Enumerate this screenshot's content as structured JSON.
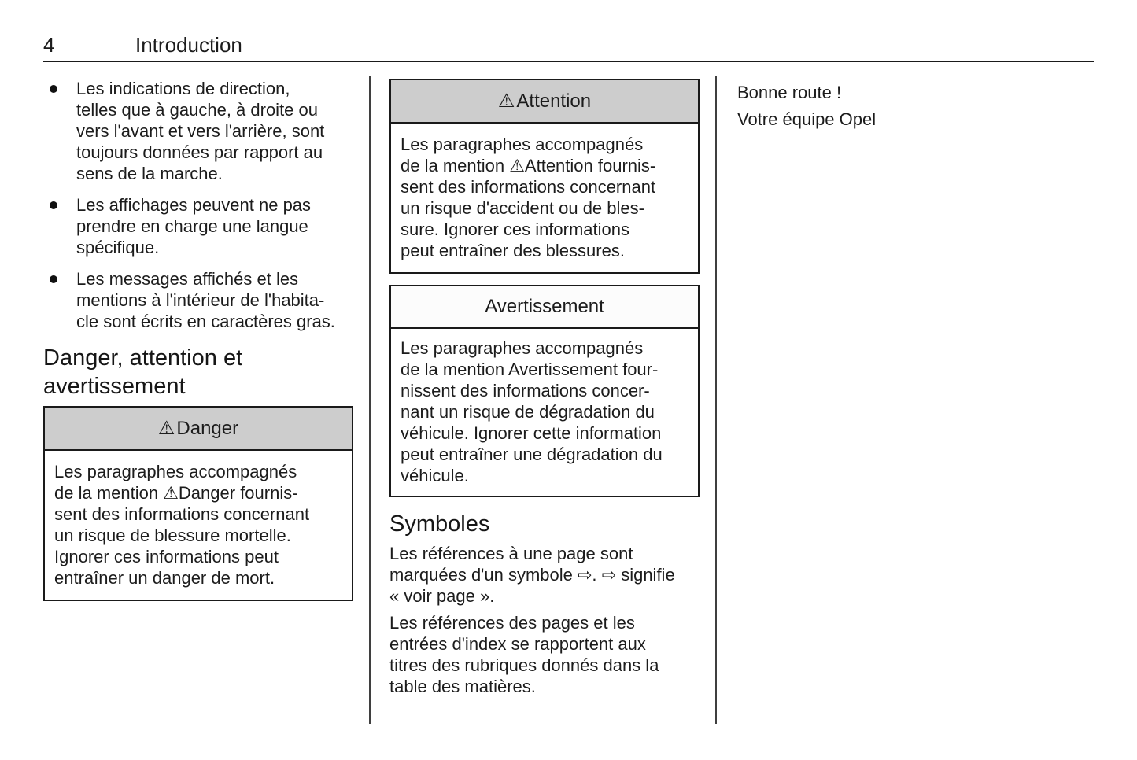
{
  "page_header": {
    "page_number": "4",
    "title": "Introduction"
  },
  "column1": {
    "bullets": [
      {
        "lines": [
          "Les indications de direction,",
          "telles que à gauche, à droite ou",
          "vers l'avant et vers l'arrière, sont",
          "toujours données par rapport au",
          "sens de la marche."
        ]
      },
      {
        "lines": [
          "Les affichages peuvent ne pas",
          "prendre en charge une langue",
          "spécifique."
        ]
      },
      {
        "lines": [
          "Les messages affichés et les",
          "mentions à l'intérieur de l'habita-",
          "cle sont écrits en caractères gras."
        ]
      }
    ],
    "section_heading_lines": [
      "Danger, attention et",
      "avertissement"
    ],
    "danger_box": {
      "icon": "⚠",
      "title": "Danger",
      "body_lines": [
        "Les paragraphes accompagnés",
        "de la mention ⚠Danger fournis-",
        "sent des informations concernant",
        "un risque de blessure mortelle.",
        "Ignorer ces informations peut",
        "entraîner un danger de mort."
      ]
    }
  },
  "column2": {
    "attention_box": {
      "icon": "⚠",
      "title": "Attention",
      "body_lines": [
        "Les paragraphes accompagnés",
        "de la mention ⚠Attention fournis-",
        "sent des informations concernant",
        "un risque d'accident ou de bles-",
        "sure. Ignorer ces informations",
        "peut entraîner des blessures."
      ]
    },
    "avertissement_box": {
      "title": "Avertissement",
      "body_lines": [
        "Les paragraphes accompagnés",
        "de la mention Avertissement four-",
        "nissent des informations concer-",
        "nant un risque de dégradation du",
        "véhicule. Ignorer cette information",
        "peut entraîner une dégradation du",
        "véhicule."
      ]
    },
    "symbols_heading": "Symboles",
    "symbols_paragraphs": [
      {
        "lines": [
          "Les références à une page sont",
          "marquées d'un symbole ⇨. ⇨ signifie",
          "« voir page »."
        ]
      },
      {
        "lines": [
          "Les références des pages et les",
          "entrées d'index se rapportent aux",
          "titres des rubriques donnés dans la",
          "table des matières."
        ]
      }
    ]
  },
  "column3": {
    "lines": [
      "Bonne route !",
      "Votre équipe Opel"
    ]
  },
  "colors": {
    "box_header_bg": "#cdcdcd",
    "plain_header_bg": "#fcfcfc",
    "border": "#1a1a1a",
    "text": "#1c1c1c",
    "divider": "#3f3f3f"
  }
}
